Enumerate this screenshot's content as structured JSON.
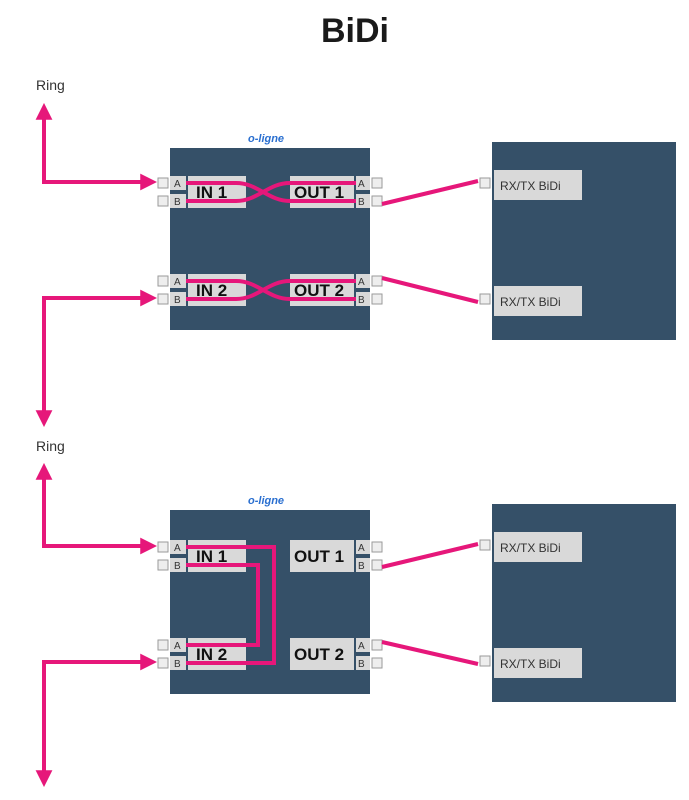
{
  "title": "BiDi",
  "ring_label": "Ring",
  "brand": "o-ligne",
  "pin_a": "A",
  "pin_b": "B",
  "ports": {
    "in1": "IN 1",
    "in2": "IN 2",
    "out1": "OUT 1",
    "out2": "OUT 2"
  },
  "device_port": "RX/TX BiDi",
  "colors": {
    "box": "#355068",
    "link": "#e6177a",
    "port_bg": "#d9d9d9"
  }
}
